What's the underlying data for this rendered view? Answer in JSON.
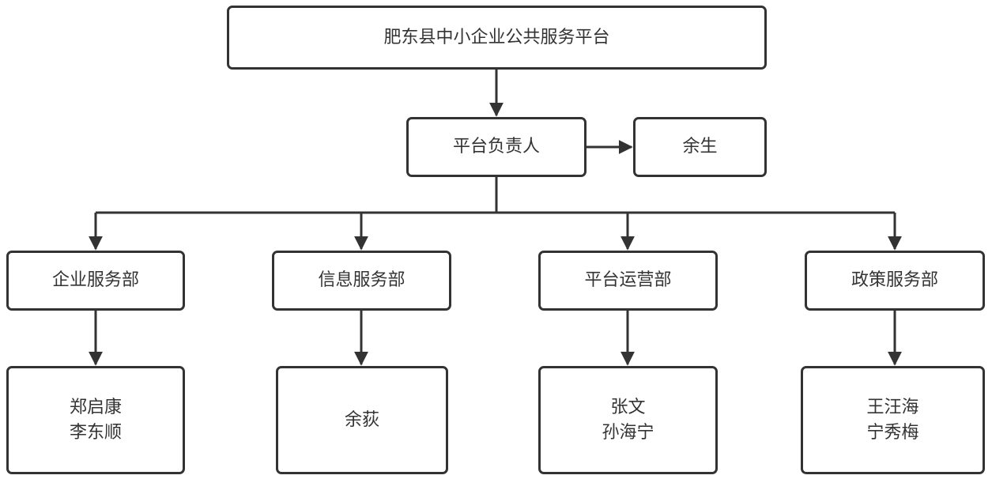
{
  "org": {
    "platform": "肥东县中小企业公共服务平台",
    "head": "平台负责人",
    "deputy": "余生",
    "departments": [
      {
        "name": "企业服务部",
        "staff": [
          "郑启康",
          "李东顺"
        ]
      },
      {
        "name": "信息服务部",
        "staff": [
          "余荻"
        ]
      },
      {
        "name": "平台运营部",
        "staff": [
          "张文",
          "孙海宁"
        ]
      },
      {
        "name": "政策服务部",
        "staff": [
          "王汪海",
          "宁秀梅"
        ]
      }
    ]
  },
  "colors": {
    "stroke": "#333333",
    "text": "#333333",
    "background": "#ffffff"
  }
}
